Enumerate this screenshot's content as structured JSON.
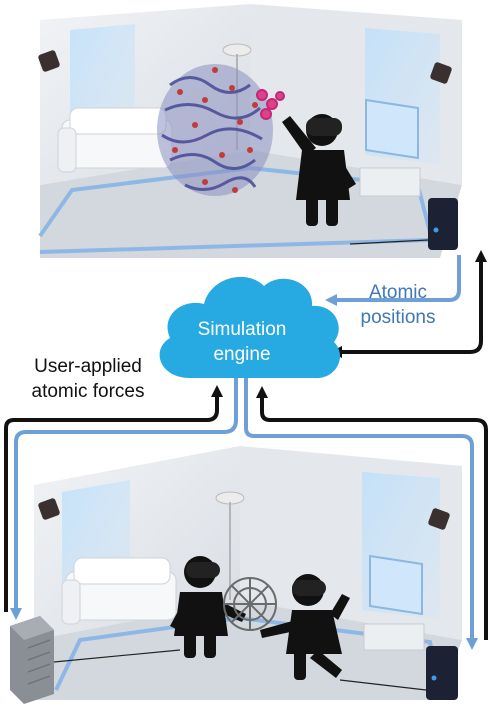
{
  "cloud": {
    "line1": "Simulation",
    "line2": "engine"
  },
  "labels": {
    "top_right": [
      "Atomic",
      "positions"
    ],
    "left": [
      "User-applied",
      "atomic forces"
    ]
  },
  "colors": {
    "cloud_fill": "#27a9e1",
    "cloud_text": "#ffffff",
    "arrow_blue": "#6e9fd6",
    "arrow_black": "#111111",
    "label_blue": "#3f77b8",
    "label_black": "#111111",
    "room_floor": "#cfd4da",
    "room_wall": "#e6e9ed",
    "room_trim": "#8fb7e6"
  },
  "icons": {
    "cloud": "cloud-shape",
    "computer": "computer-tower-icon",
    "sensor": "vr-base-station-icon",
    "person": "vr-user-silhouette",
    "molecule": "protein-molecule-icon",
    "buckyball": "fullerene-molecule-icon"
  }
}
